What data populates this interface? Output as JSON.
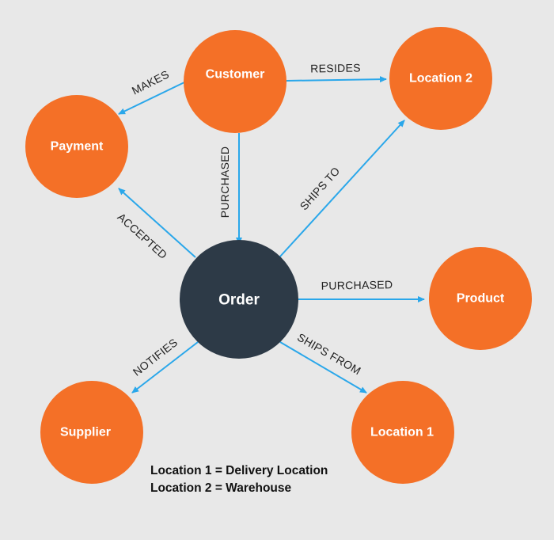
{
  "colors": {
    "background": "#e8e8e8",
    "node": "#f47027",
    "center_node": "#2d3a47",
    "edge": "#2aa7ea",
    "text_light": "#ffffff",
    "text_dark": "#222222"
  },
  "nodes": {
    "customer": "Customer",
    "location2": "Location 2",
    "payment": "Payment",
    "order": "Order",
    "product": "Product",
    "supplier": "Supplier",
    "location1": "Location 1"
  },
  "edges": {
    "makes": "MAKES",
    "resides": "RESIDES",
    "purchased_customer": "PURCHASED",
    "ships_to": "SHIPS TO",
    "accepted": "ACCEPTED",
    "purchased_product": "PURCHASED",
    "notifies": "NOTIFIES",
    "ships_from": "SHIPS FROM"
  },
  "legend": {
    "line1": "Location 1 = Delivery Location",
    "line2": "Location 2 = Warehouse"
  }
}
